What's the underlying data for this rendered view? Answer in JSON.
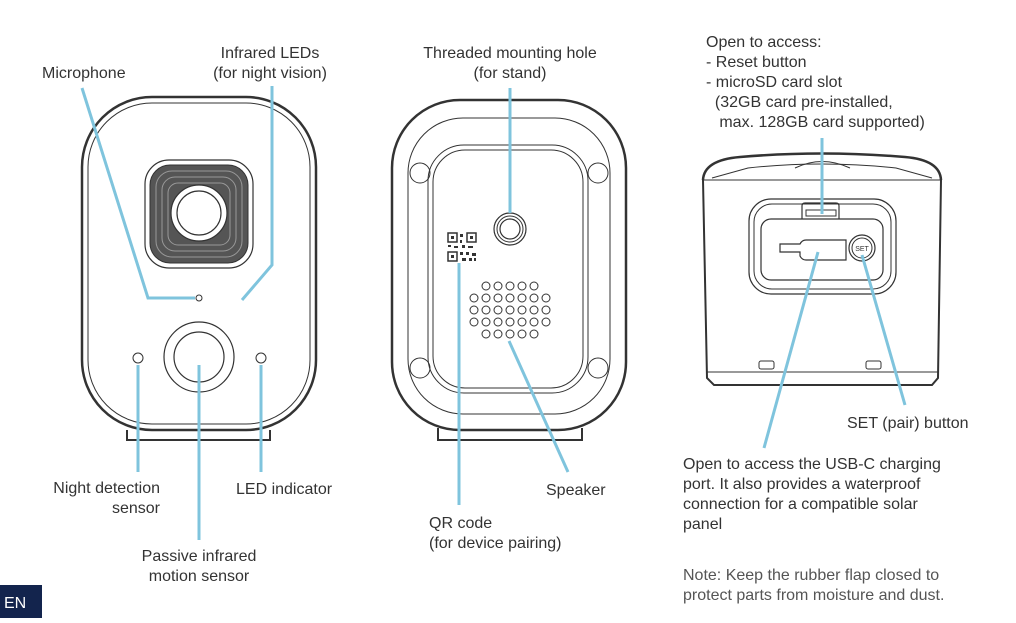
{
  "colors": {
    "leader": "#7fc4dd",
    "outline": "#333333",
    "badge": "#13244d"
  },
  "language_badge": "EN",
  "front_view": {
    "labels": {
      "microphone": "Microphone",
      "infrared_leds": "Infrared LEDs\n(for night vision)",
      "night_sensor": "Night detection\nsensor",
      "led_indicator": "LED indicator",
      "pir_sensor": "Passive infrared\nmotion sensor"
    }
  },
  "back_view": {
    "labels": {
      "mount_hole": "Threaded mounting hole\n(for stand)",
      "qr_code": "QR code\n(for device pairing)",
      "speaker": "Speaker"
    }
  },
  "bottom_view": {
    "labels": {
      "open_access": "Open to access:\n- Reset button\n- microSD card slot\n  (32GB card pre-installed,\n   max. 128GB card supported)",
      "set_button": "SET (pair) button",
      "set_glyph": "SET",
      "usb_port": "Open to access the USB-C charging\nport. It also provides a waterproof\nconnection for a compatible solar\npanel",
      "note": "Note: Keep the rubber flap closed to\nprotect parts from moisture and dust."
    }
  }
}
